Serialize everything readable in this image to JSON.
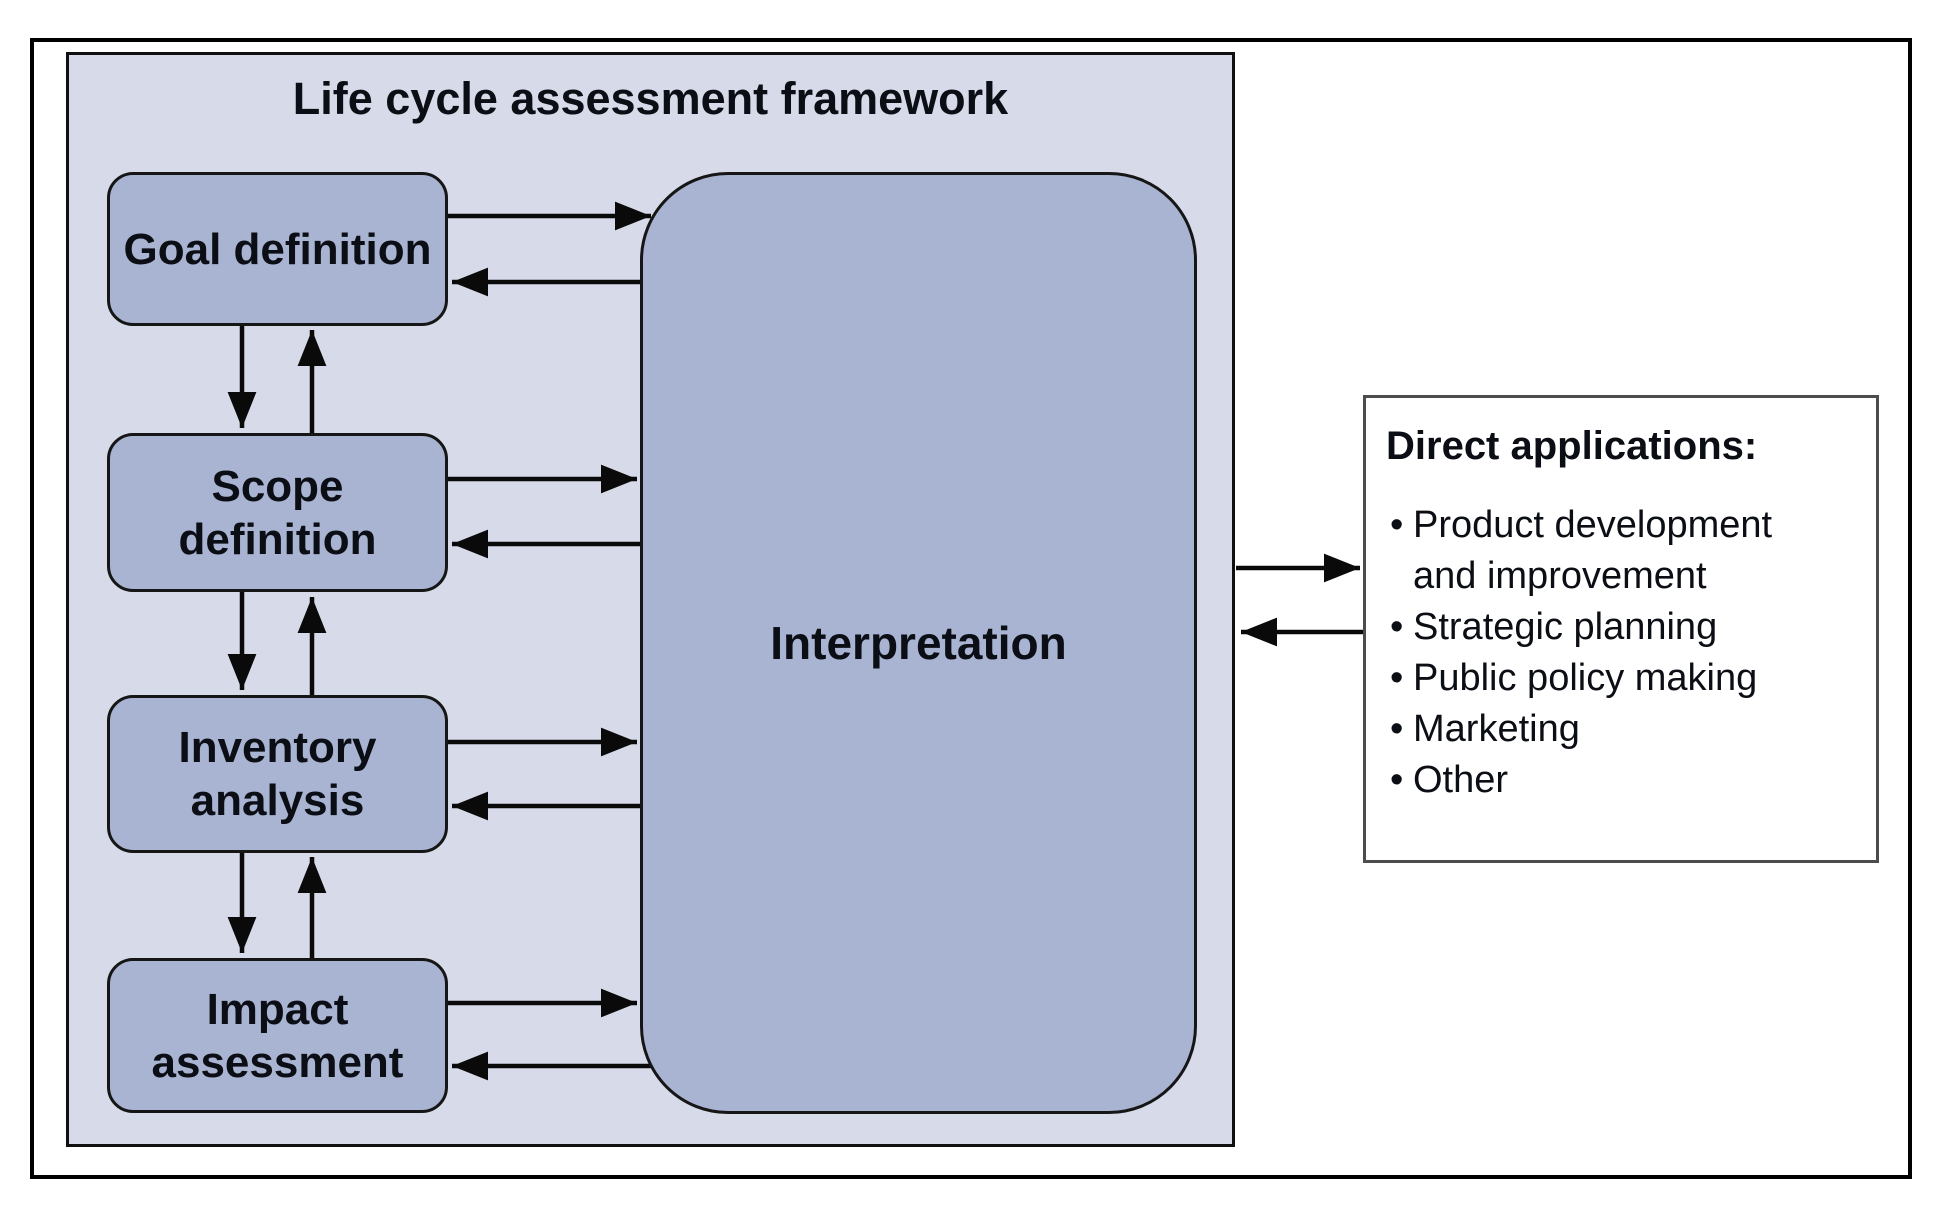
{
  "diagram": {
    "title": "Life cycle assessment framework",
    "nodes": {
      "goal_definition": {
        "label": "Goal definition"
      },
      "scope_definition": {
        "line1": "Scope",
        "line2": "definition"
      },
      "inventory_analysis": {
        "line1": "Inventory",
        "line2": "analysis"
      },
      "impact_assessment": {
        "line1": "Impact",
        "line2": "assessment"
      },
      "interpretation": {
        "label": "Interpretation"
      }
    },
    "direct_applications": {
      "title": "Direct applications:",
      "bullet": "•",
      "items": [
        "Product development and improvement",
        "Strategic planning",
        "Public policy making",
        "Marketing",
        "Other"
      ]
    },
    "connections": [
      {
        "from": "goal_definition",
        "to": "scope_definition",
        "type": "bidirectional"
      },
      {
        "from": "scope_definition",
        "to": "inventory_analysis",
        "type": "bidirectional"
      },
      {
        "from": "inventory_analysis",
        "to": "impact_assessment",
        "type": "bidirectional"
      },
      {
        "from": "goal_definition",
        "to": "interpretation",
        "type": "bidirectional"
      },
      {
        "from": "scope_definition",
        "to": "interpretation",
        "type": "bidirectional"
      },
      {
        "from": "inventory_analysis",
        "to": "interpretation",
        "type": "bidirectional"
      },
      {
        "from": "impact_assessment",
        "to": "interpretation",
        "type": "bidirectional"
      },
      {
        "from": "interpretation",
        "to": "direct_applications",
        "type": "bidirectional"
      }
    ],
    "colors": {
      "page_background": "#ffffff",
      "panel_fill": "#d7dbe9",
      "node_fill": "#a9b3d2",
      "outline": "#0a0a0a",
      "applications_box_border": "#4c4c4c",
      "text": "#0b0e14"
    }
  }
}
